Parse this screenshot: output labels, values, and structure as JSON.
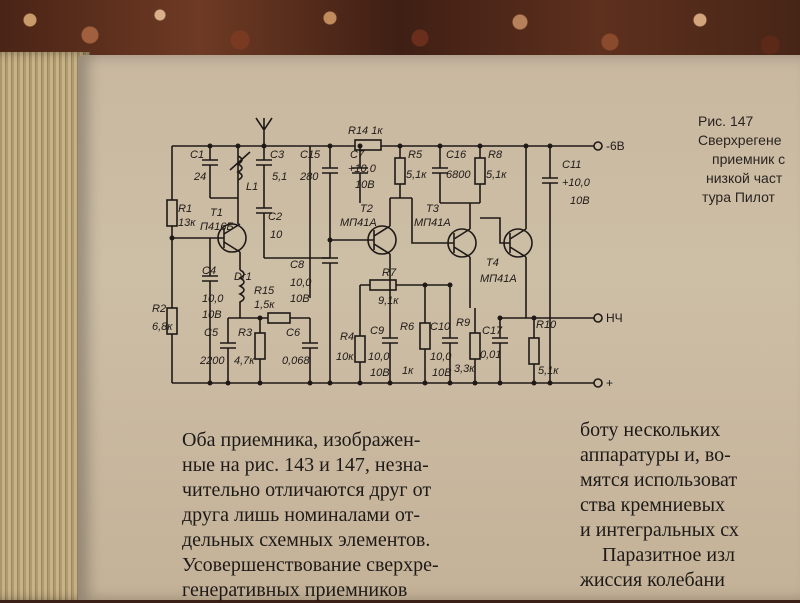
{
  "figure": {
    "caption_lines": [
      "Рис. 147",
      "Сверхрегене",
      "приемник с",
      "низкой част",
      "тура Пилот"
    ]
  },
  "schematic": {
    "terminals": {
      "neg6v": "-6В",
      "lf": "НЧ",
      "plus": "+"
    },
    "labels": {
      "R14": "R14 1к",
      "C1": "C1",
      "C1v": "24",
      "C3": "C3",
      "C3v": "5,1",
      "L1": "L1",
      "C15": "C15",
      "C15v": "280",
      "C7": "C7",
      "C7v1": "+10,0",
      "C7v2": "10В",
      "R5": "R5",
      "R5v": "5,1к",
      "C16": "C16",
      "C16v": "6800",
      "R8": "R8",
      "R8v": "5,1к",
      "C11": "C11",
      "C11v1": "+10,0",
      "C11v2": "10В",
      "R1": "R1",
      "R1v": "13к",
      "T1": "T1",
      "T1t": "П416Б",
      "C2": "C2",
      "C2v": "10",
      "T2": "T2",
      "T2t": "МП41А",
      "T3": "T3",
      "T3t": "МП41А",
      "T4": "T4",
      "T4t": "МП41А",
      "C4": "C4",
      "C4v1": "10,0",
      "C4v2": "10В",
      "Dr1": "Dr1",
      "C8": "C8",
      "C8v1": "10,0",
      "C8v2": "10В",
      "R7": "R7",
      "R7v": "9,1к",
      "R2": "R2",
      "R2v": "6,8к",
      "R15": "R15",
      "R15v": "1,5к",
      "C6": "C6",
      "C6v": "0,068",
      "C5": "C5",
      "C5v": "2200",
      "R3": "R3",
      "R3v": "4,7к",
      "R4": "R4",
      "R4v": "10к",
      "C9": "C9",
      "C9v1": "10,0",
      "C9v2": "10В",
      "R6": "R6",
      "R6v": "1к",
      "C10": "C10",
      "C10v1": "10,0",
      "C10v2": "10В",
      "R9": "R9",
      "R9v": "3,3к",
      "C17": "C17",
      "C17v": "0,01",
      "R10": "R10",
      "R10v": "5,1к"
    }
  },
  "text": {
    "left": [
      "Оба приемника, изображен-",
      "ные на рис. 143 и 147, незна-",
      "чительно отличаются друг от",
      "друга лишь номиналами от-",
      "дельных схемных элементов.",
      "Усовершенствование сверхре-",
      "генеративных приемников"
    ],
    "right": [
      "боту нескольких",
      "аппаратуры и, во-",
      "мятся использоват",
      "ства кремниевых",
      "и интегральных сх",
      "Паразитное изл",
      "жиссия колебани"
    ]
  },
  "colors": {
    "page": "#cbbca4",
    "ink": "#1f1a17"
  }
}
